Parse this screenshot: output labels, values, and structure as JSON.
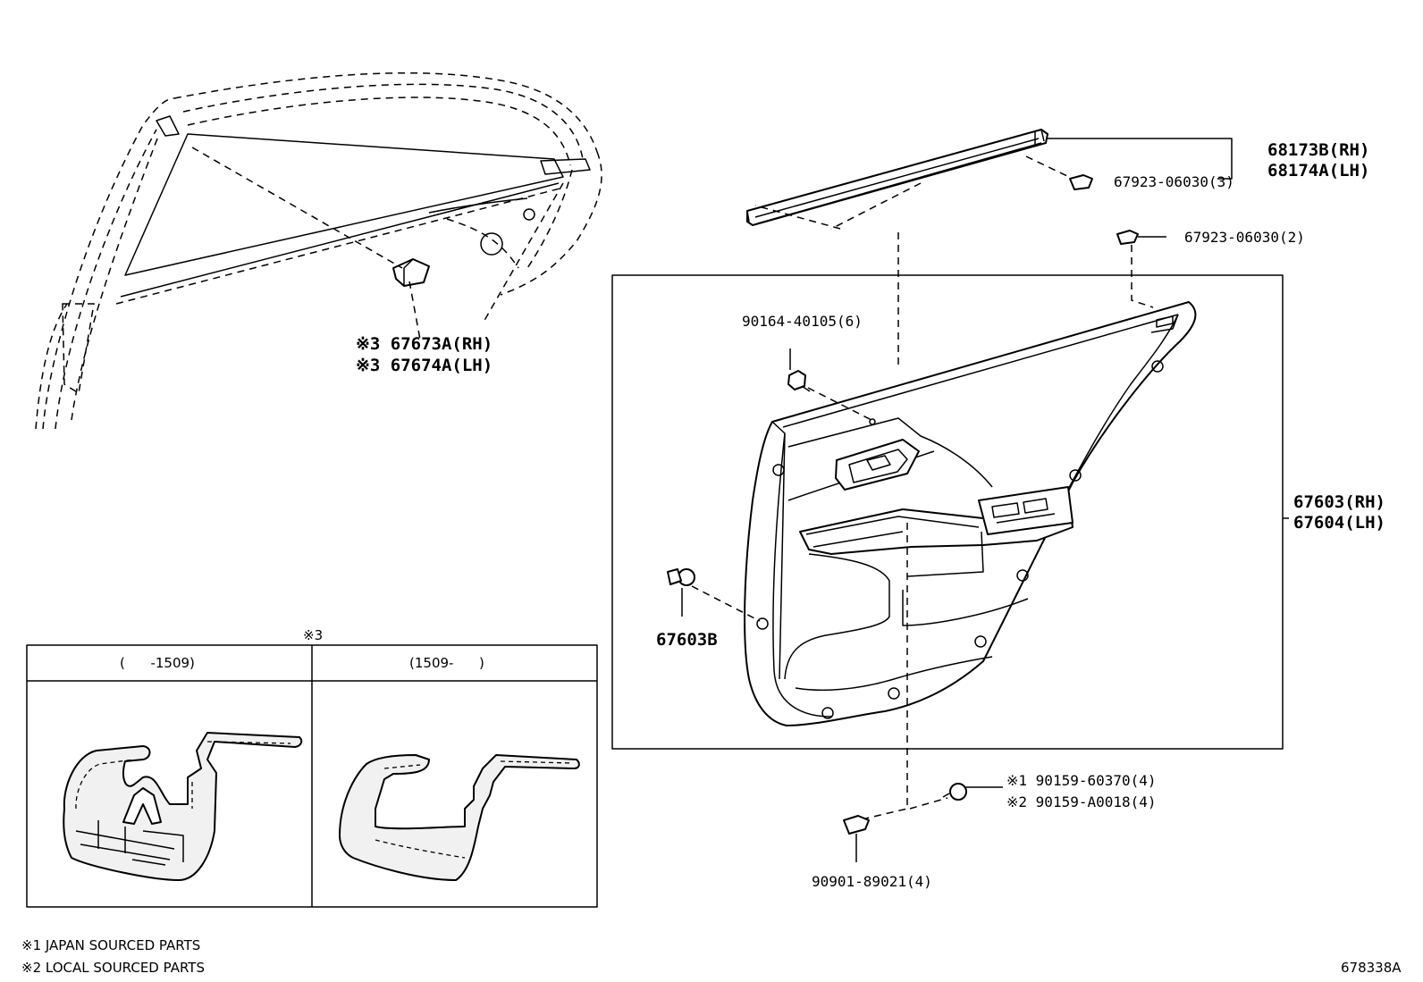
{
  "callouts": {
    "quarter_seal_rh": "※3 67673A(RH)",
    "quarter_seal_lh": "※3 67674A(LH)",
    "weatherstrip_rh": "68173B(RH)",
    "weatherstrip_lh": "68174A(LH)",
    "clip_3": "67923-06030(3)",
    "clip_2": "67923-06030(2)",
    "screw_6": "90164-40105(6)",
    "trim_board_rh": "67603(RH)",
    "trim_board_lh": "67604(LH)",
    "clip_b": "67603B",
    "screw_japan": "※1 90159-60370(4)",
    "screw_local": "※2 90159-A0018(4)",
    "clip_4": "90901-89021(4)"
  },
  "inset": {
    "marker": "※3",
    "left_range": "(      -1509)",
    "right_range": "(1509-      )"
  },
  "notes": [
    "※1 JAPAN SOURCED PARTS",
    "※2 LOCAL SOURCED PARTS"
  ],
  "figure_id": "678338A"
}
